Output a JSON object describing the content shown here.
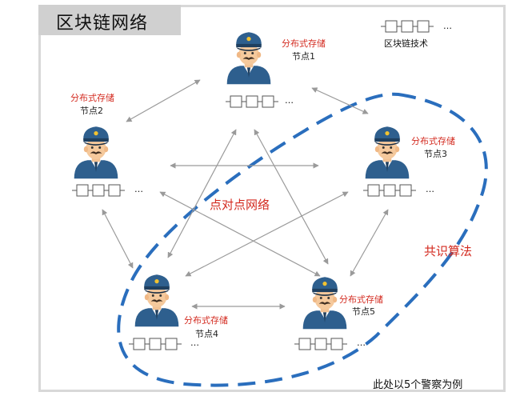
{
  "title": "区块链网络",
  "legend": {
    "label": "区块链技术",
    "dots": "…"
  },
  "nodes": [
    {
      "id": "node1",
      "storage": "分布式存储",
      "name": "节点1"
    },
    {
      "id": "node2",
      "storage": "分布式存储",
      "name": "节点2"
    },
    {
      "id": "node3",
      "storage": "分布式存储",
      "name": "节点3"
    },
    {
      "id": "node4",
      "storage": "分布式存储",
      "name": "节点4"
    },
    {
      "id": "node5",
      "storage": "分布式存储",
      "name": "节点5"
    }
  ],
  "center_label": "点对点网络",
  "consensus_label": "共识算法",
  "footer": "此处以5个警察为例",
  "chain_dots": "…",
  "colors": {
    "accent_red": "#d32a1f",
    "police_blue": "#2e5f8e",
    "dash_blue": "#2a6ebd",
    "arrow_gray": "#9a9a9a"
  },
  "icons": [
    "police-officer-icon",
    "blockchain-chain-icon",
    "bidirectional-arrow-icon"
  ]
}
